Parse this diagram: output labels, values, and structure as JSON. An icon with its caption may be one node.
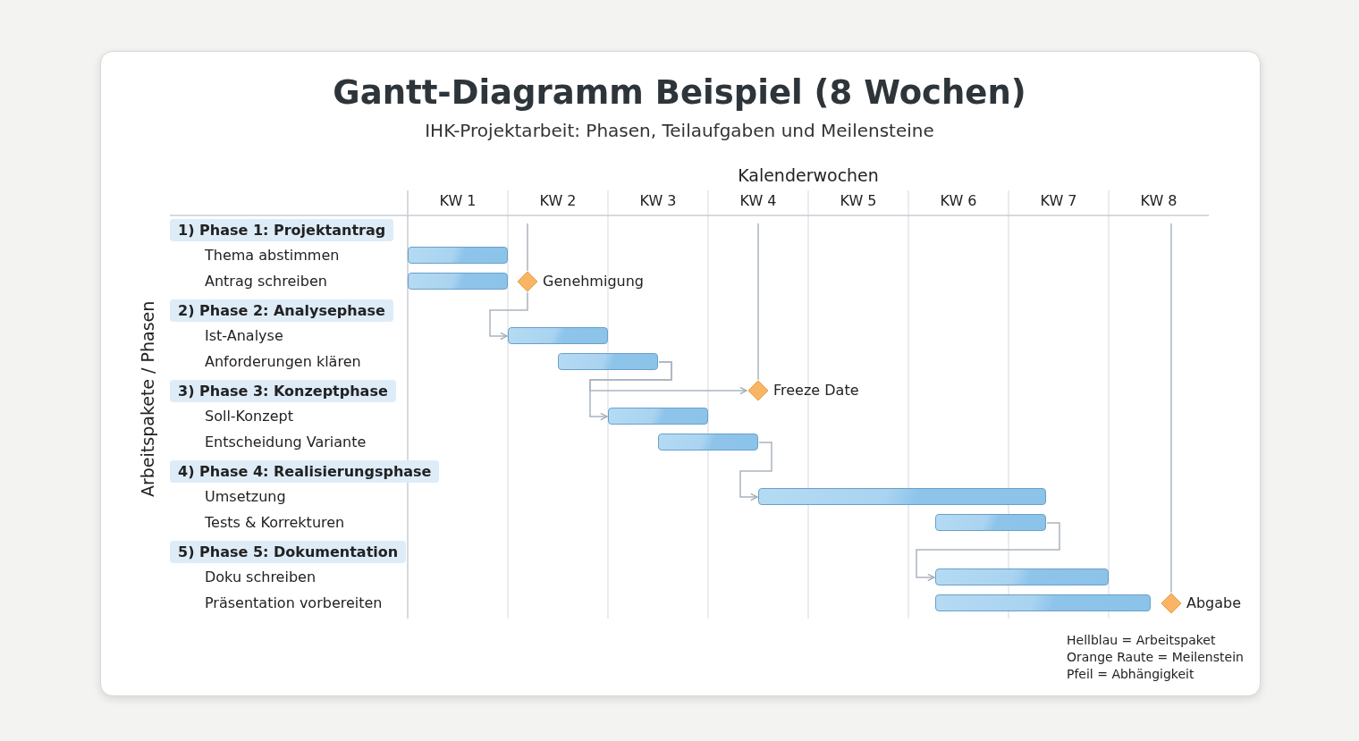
{
  "diagram": {
    "title": "Gantt-Diagramm Beispiel (8 Wochen)",
    "nodes": [
      {
        "text": [
          "1) Phase 1: Projektantrag"
        ]
      },
      {
        "text": [],
        "shape": "bar"
      },
      {
        "text": [],
        "shape": "bar"
      },
      {
        "text": [],
        "shape": "diamond",
        "beside": [
          "Genehmigung"
        ]
      },
      {
        "text": [
          "2) Phase 2: Analysephase"
        ]
      },
      {
        "text": [],
        "shape": "bar"
      },
      {
        "text": [],
        "shape": "bar"
      },
      {
        "text": [
          "3) Phase 3: Konzeptphase"
        ]
      },
      {
        "text": [],
        "shape": "diamond",
        "beside": [
          "Freeze Date"
        ]
      },
      {
        "text": [],
        "shape": "bar"
      },
      {
        "text": [],
        "shape": "bar"
      },
      {
        "text": [
          "4) Phase 4: Realisierungsphase"
        ]
      },
      {
        "text": [],
        "shape": "bar"
      },
      {
        "text": [],
        "shape": "bar"
      },
      {
        "text": [
          "5) Phase 5: Dokumentation"
        ]
      },
      {
        "text": [],
        "shape": "bar"
      },
      {
        "text": [],
        "shape": "bar"
      },
      {
        "text": [],
        "shape": "diamond",
        "beside": [
          "Abgabe"
        ]
      }
    ],
    "edges": [
      {
        "from": 3,
        "to": 5,
        "arrow": "to"
      },
      {
        "from": 6,
        "to": 9,
        "arrow": "to"
      },
      {
        "from": 6,
        "to": 8,
        "arrow": "to"
      },
      {
        "from": 10,
        "to": 12,
        "arrow": "to"
      },
      {
        "from": 13,
        "to": 15,
        "arrow": "to"
      }
    ],
    "labels": [
      "IHK-Projektarbeit: Phasen, Teilaufgaben und Meilensteine",
      "Kalenderwochen",
      "KW 1",
      "KW 2",
      "KW 3",
      "KW 4",
      "KW 5",
      "KW 6",
      "KW 7",
      "KW 8",
      "Arbeitspakete / Phasen",
      "Thema abstimmen",
      "Antrag schreiben",
      "Ist-Analyse",
      "Anforderungen klären",
      "Soll-Konzept",
      "Entscheidung Variante",
      "Umsetzung",
      "Tests & Korrekturen",
      "Doku schreiben",
      "Präsentation vorbereiten",
      "Hellblau = Arbeitspaket",
      "Orange Raute = Meilenstein",
      "Pfeil = Abhängigkeit"
    ]
  }
}
